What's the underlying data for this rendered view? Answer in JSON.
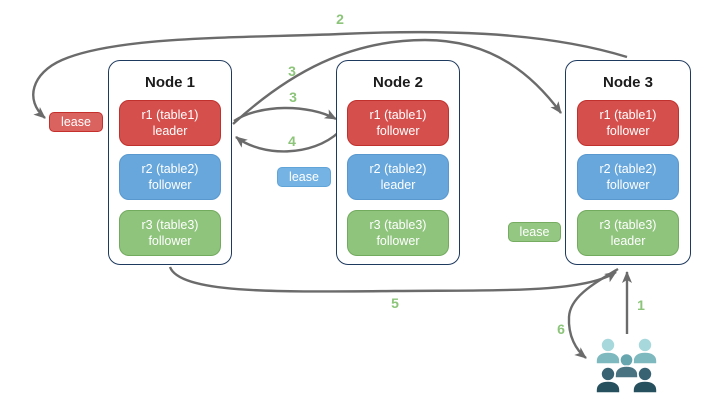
{
  "diagram_title": "raft-leaseholder-replica-diagram",
  "nodes": [
    {
      "title": "Node 1",
      "replicas": [
        {
          "line1": "r1 (table1)",
          "line2": "leader",
          "color": "red"
        },
        {
          "line1": "r2 (table2)",
          "line2": "follower",
          "color": "blue"
        },
        {
          "line1": "r3 (table3)",
          "line2": "follower",
          "color": "green"
        }
      ]
    },
    {
      "title": "Node 2",
      "replicas": [
        {
          "line1": "r1 (table1)",
          "line2": "follower",
          "color": "red"
        },
        {
          "line1": "r2 (table2)",
          "line2": "leader",
          "color": "blue"
        },
        {
          "line1": "r3 (table3)",
          "line2": "follower",
          "color": "green"
        }
      ]
    },
    {
      "title": "Node 3",
      "replicas": [
        {
          "line1": "r1 (table1)",
          "line2": "follower",
          "color": "red"
        },
        {
          "line1": "r2 (table2)",
          "line2": "follower",
          "color": "blue"
        },
        {
          "line1": "r3 (table3)",
          "line2": "leader",
          "color": "green"
        }
      ]
    }
  ],
  "leases": [
    {
      "label": "lease",
      "color": "red"
    },
    {
      "label": "lease",
      "color": "blue"
    },
    {
      "label": "lease",
      "color": "green"
    }
  ],
  "steps": [
    "2",
    "3",
    "3",
    "4",
    "5",
    "6",
    "1"
  ],
  "icons": {
    "clients": "user-group-icon"
  },
  "colors": {
    "arrow": "#6b6b6b",
    "step_label": "#8cc57a",
    "node_border": "#1f3a5f",
    "red_fill": "#d5504d",
    "blue_fill": "#67a7dc",
    "green_fill": "#8fc47d"
  }
}
